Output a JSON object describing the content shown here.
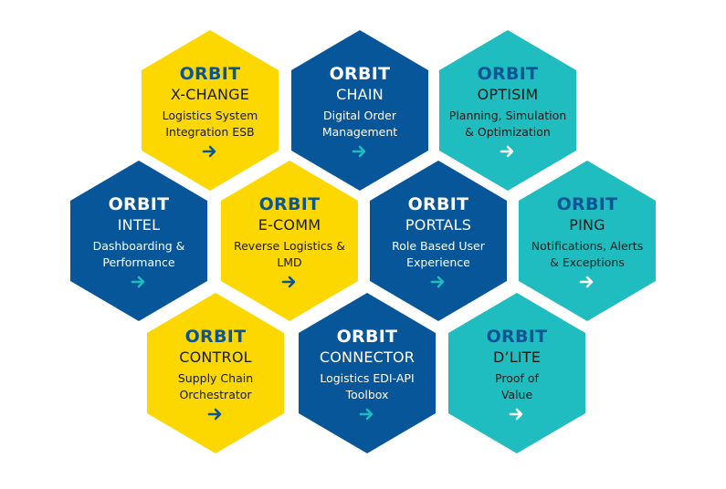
{
  "hexagons": [
    {
      "brand": "ORBIT",
      "name": "X-CHANGE",
      "desc1": "Logistics System",
      "desc2": "Integration ESB",
      "color": "yellow"
    },
    {
      "brand": "ORBIT",
      "name": "CHAIN",
      "desc1": "Digital Order",
      "desc2": "Management",
      "color": "blue"
    },
    {
      "brand": "ORBIT",
      "name": "OPTISIM",
      "desc1": "Planning, Simulation",
      "desc2": "& Optimization",
      "color": "teal"
    },
    {
      "brand": "ORBIT",
      "name": "INTEL",
      "desc1": "Dashboarding &",
      "desc2": "Performance",
      "color": "blue"
    },
    {
      "brand": "ORBIT",
      "name": "E-COMM",
      "desc1": "Reverse Logistics &",
      "desc2": "LMD",
      "color": "yellow"
    },
    {
      "brand": "ORBIT",
      "name": "PORTALS",
      "desc1": "Role Based User",
      "desc2": "Experience",
      "color": "blue"
    },
    {
      "brand": "ORBIT",
      "name": "PING",
      "desc1": "Notifications, Alerts",
      "desc2": "& Exceptions",
      "color": "teal"
    },
    {
      "brand": "ORBIT",
      "name": "CONTROL",
      "desc1": "Supply Chain",
      "desc2": "Orchestrator",
      "color": "yellow"
    },
    {
      "brand": "ORBIT",
      "name": "CONNECTOR",
      "desc1": "Logistics EDI-API",
      "desc2": "Toolbox",
      "color": "blue"
    },
    {
      "brand": "ORBIT",
      "name": "D’LITE",
      "desc1": "Proof of",
      "desc2": "Value",
      "color": "teal"
    }
  ],
  "colors": {
    "yellow": "#fcd800",
    "blue": "#07569a",
    "teal": "#1fbdbf",
    "arrow_on_light": "#0b5596",
    "arrow_on_blue": "#1fbdbf",
    "arrow_on_teal": "#ffffff"
  },
  "icons": {
    "arrow": "arrow-right-icon"
  }
}
